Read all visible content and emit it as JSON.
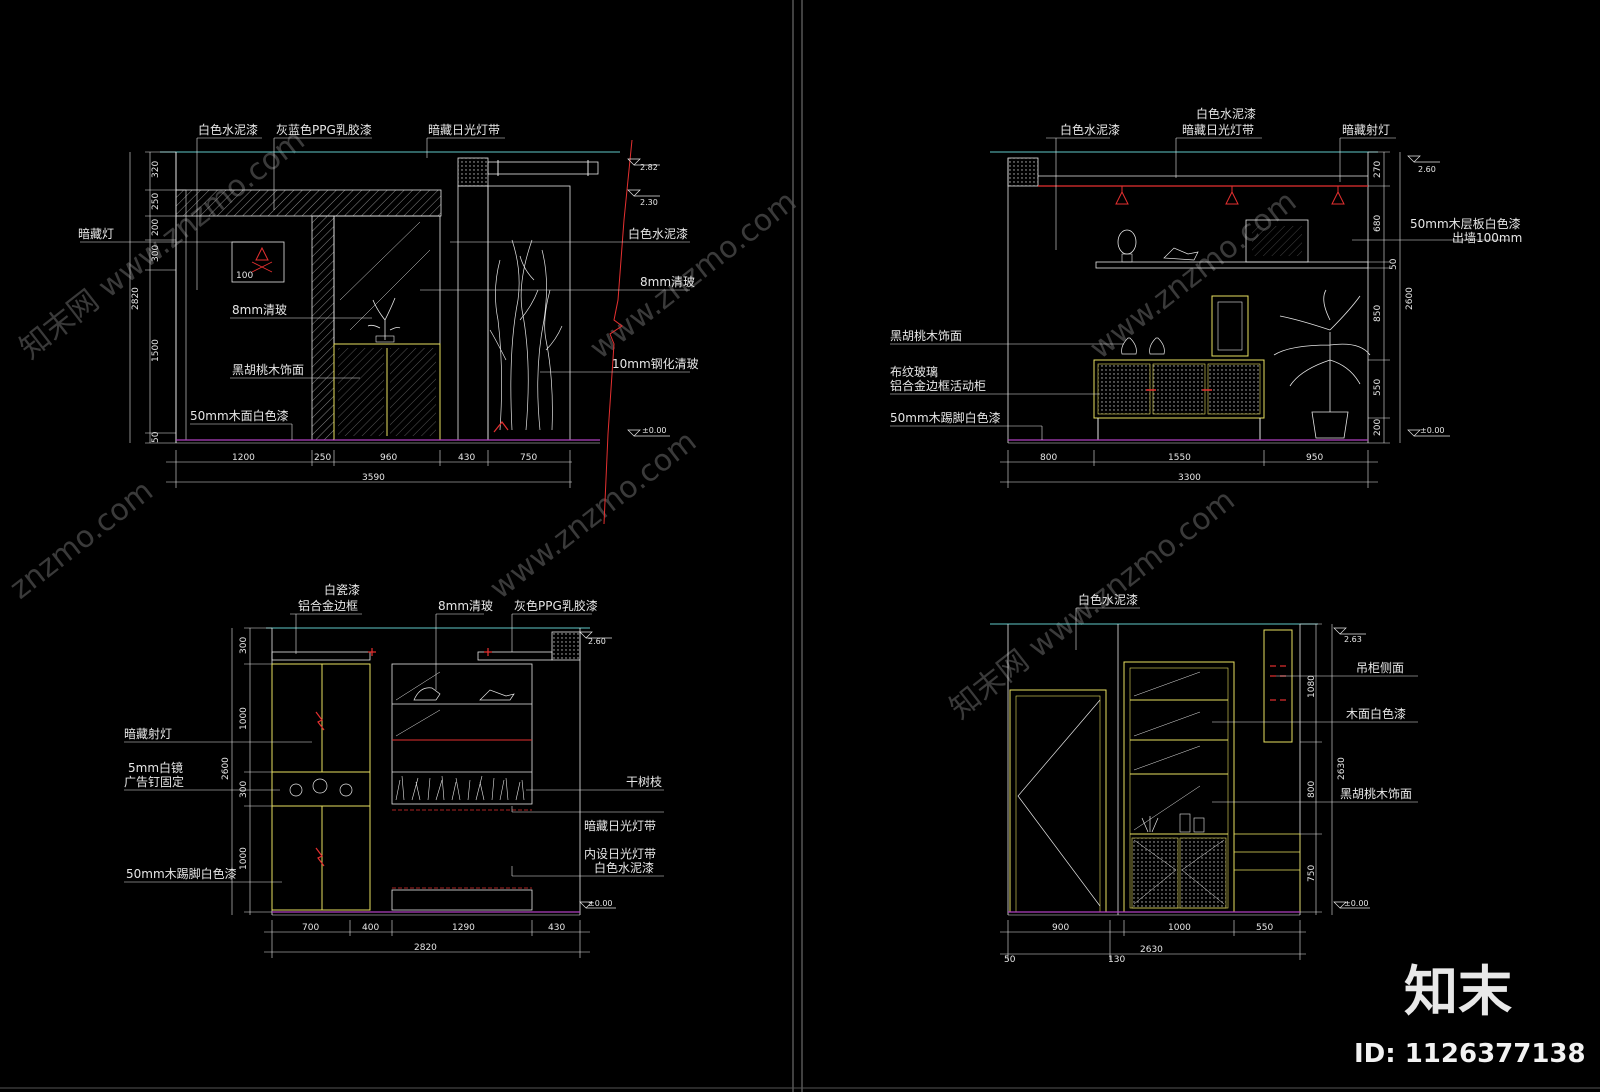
{
  "drawing_1": {
    "callouts": [
      "白色水泥漆",
      "灰蓝色PPG乳胶漆",
      "暗藏日光灯带",
      "暗藏灯",
      "白色水泥漆",
      "8mm清玻",
      "8mm清玻",
      "黑胡桃木饰面",
      "10mm钢化清玻",
      "50mm木面白色漆"
    ],
    "dims_bottom": [
      "1200",
      "250",
      "960",
      "430",
      "750"
    ],
    "total_width": "3590",
    "dims_left": [
      "320",
      "250",
      "200",
      "300",
      "1500",
      "50"
    ],
    "total_height": "2820",
    "lamp_size": "100",
    "levels": [
      "2.82",
      "2.30",
      "±0.00"
    ]
  },
  "drawing_2": {
    "callouts": [
      "白色水泥漆",
      "白色水泥漆",
      "暗藏日光灯带",
      "暗藏射灯",
      "50mm木层板白色漆",
      "出墙100mm",
      "黑胡桃木饰面",
      "布纹玻璃",
      "铝合金边框活动柜",
      "50mm木踢脚白色漆"
    ],
    "dims_bottom": [
      "800",
      "1550",
      "950"
    ],
    "total_width": "3300",
    "dims_right": [
      "270",
      "680",
      "50",
      "850",
      "550",
      "200"
    ],
    "total_height": "2600",
    "levels": [
      "2.60",
      "±0.00"
    ]
  },
  "drawing_3": {
    "callouts": [
      "白瓷漆",
      "铝合金边框",
      "8mm清玻",
      "灰色PPG乳胶漆",
      "暗藏射灯",
      "5mm白镜",
      "广告钉固定",
      "干树枝",
      "暗藏日光灯带",
      "内设日光灯带",
      "白色水泥漆",
      "50mm木踢脚白色漆"
    ],
    "dims_bottom": [
      "700",
      "400",
      "1290",
      "430"
    ],
    "total_width": "2820",
    "dims_left": [
      "300",
      "1000",
      "300",
      "1000"
    ],
    "total_height": "2600",
    "levels": [
      "2.60",
      "±0.00"
    ]
  },
  "drawing_4": {
    "callouts": [
      "白色水泥漆",
      "吊柜侧面",
      "木面白色漆",
      "黑胡桃木饰面"
    ],
    "dims_bottom": [
      "900",
      "1000",
      "550"
    ],
    "dims_bottom_2": [
      "50",
      "130"
    ],
    "total_width": "2630",
    "dims_right": [
      "1080",
      "800",
      "750"
    ],
    "total_height": "2630",
    "levels": [
      "2.63",
      "±0.00"
    ]
  },
  "watermarks": [
    "知末网 www.znzmo.com",
    "znzmo.com",
    "知末网 www.znzmo.com",
    "www.znzmo.com"
  ],
  "logo": "知末",
  "id_label": "ID: 1126377138",
  "colors": {
    "background": "#000000",
    "line_white": "#e6e6e6",
    "line_yellow": "#e8e060",
    "line_cyan": "#5fc7c7",
    "line_red": "#e53030",
    "line_magenta": "#b040c0",
    "hatch": "#8a8a8a"
  }
}
